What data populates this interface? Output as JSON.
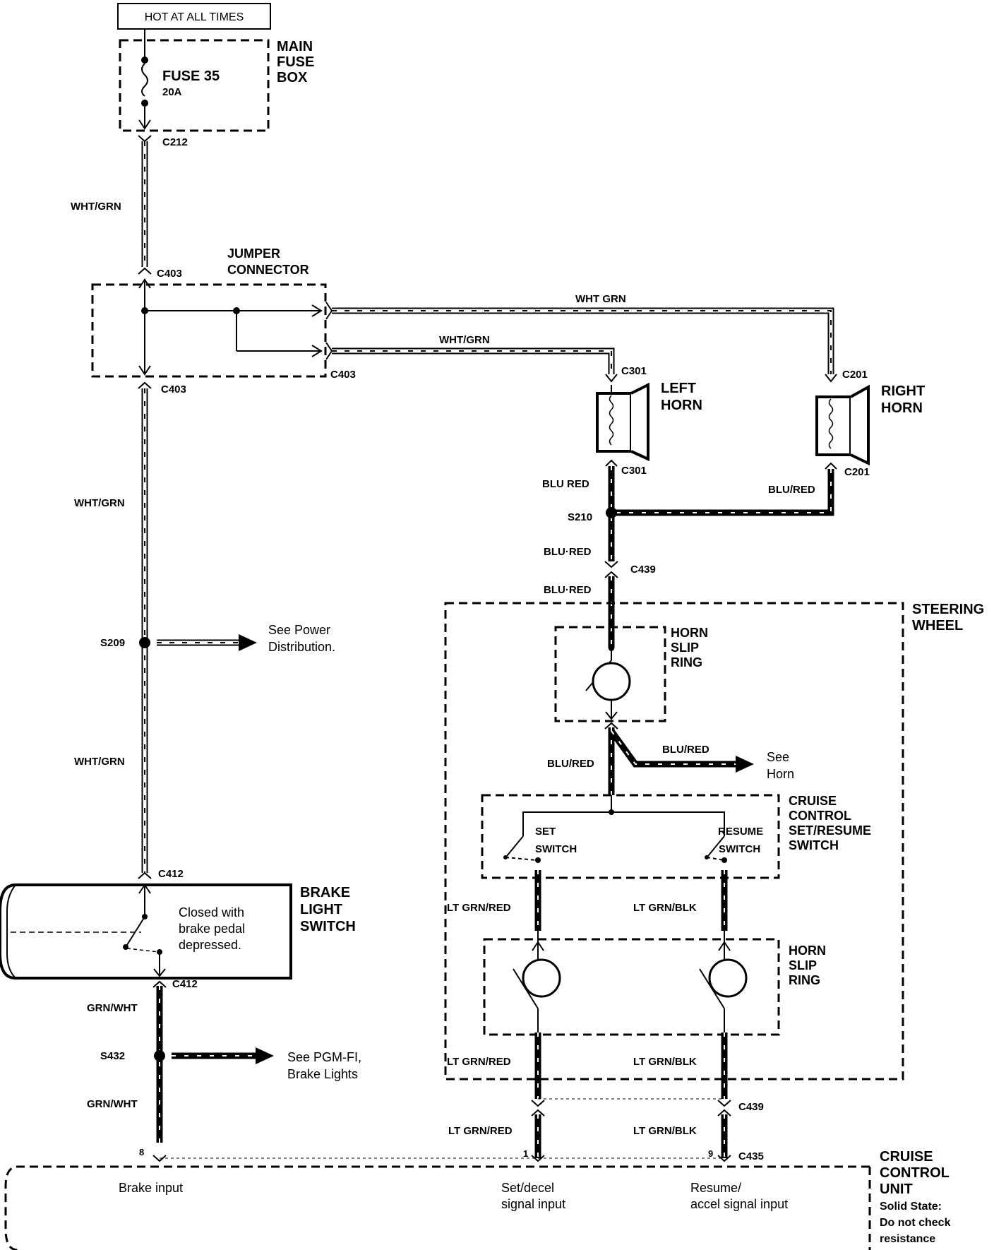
{
  "header": {
    "hot_label": "HOT AT ALL TIMES"
  },
  "fuse_box": {
    "title_lines": [
      "MAIN",
      "FUSE",
      "BOX"
    ],
    "fuse_name": "FUSE  35",
    "fuse_rating": "20A"
  },
  "connectors": {
    "c212": "C212",
    "c403": "C403",
    "c301": "C301",
    "c201": "C201",
    "c439": "C439",
    "c412": "C412",
    "c435": "C435"
  },
  "splices": {
    "s209": "S209",
    "s210": "S210",
    "s432": "S432"
  },
  "jumper": {
    "title_lines": [
      "JUMPER",
      "CONNECTOR"
    ]
  },
  "wire_colors": {
    "wht_grn": "WHT/GRN",
    "wht_grn_alt": "WHT GRN",
    "blu_red": "BLU/RED",
    "blu_red_space": "BLU RED",
    "blu_red_dot": "BLU·RED",
    "grn_wht": "GRN/WHT",
    "lt_grn_red": "LT GRN/RED",
    "lt_grn_red_spaced": "LT GRN/RED",
    "lt_grn_blk": "LT GRN/BLK",
    "lt_grn_blk_alt": "LT GRN/BLK"
  },
  "horns": {
    "left_lines": [
      "LEFT",
      "HORN"
    ],
    "right_lines": [
      "RIGHT",
      "HORN"
    ]
  },
  "steering": {
    "title_lines": [
      "STEERING",
      "WHEEL"
    ]
  },
  "slip_ring": {
    "title_lines": [
      "HORN",
      "SLIP",
      "RING"
    ]
  },
  "see_notes": {
    "power_lines": [
      "See Power",
      "Distribution."
    ],
    "horn_lines": [
      "See",
      "Horn"
    ],
    "pgm_lines": [
      "See PGM-FI,",
      "Brake Lights"
    ]
  },
  "cruise_switch": {
    "title_lines": [
      "CRUISE",
      "CONTROL",
      "SET/RESUME",
      "SWITCH"
    ],
    "set_lines": [
      "SET",
      "SWITCH"
    ],
    "resume_lines": [
      "RESUME",
      "SWITCH"
    ]
  },
  "brake_switch": {
    "title_lines": [
      "BRAKE",
      "LIGHT",
      "SWITCH"
    ],
    "note_lines": [
      "Closed with",
      "brake pedal",
      "depressed."
    ]
  },
  "cruise_unit": {
    "title_lines": [
      "CRUISE",
      "CONTROL",
      "UNIT"
    ],
    "detail_lines": [
      "Solid State:",
      "Do not check",
      "resistance"
    ],
    "pin_brake": "8",
    "pin_set": "1",
    "pin_resume": "9",
    "brake_input": "Brake input",
    "set_lines": [
      "Set/decel",
      "signal input"
    ],
    "resume_lines": [
      "Resume/",
      "accel signal input"
    ]
  }
}
